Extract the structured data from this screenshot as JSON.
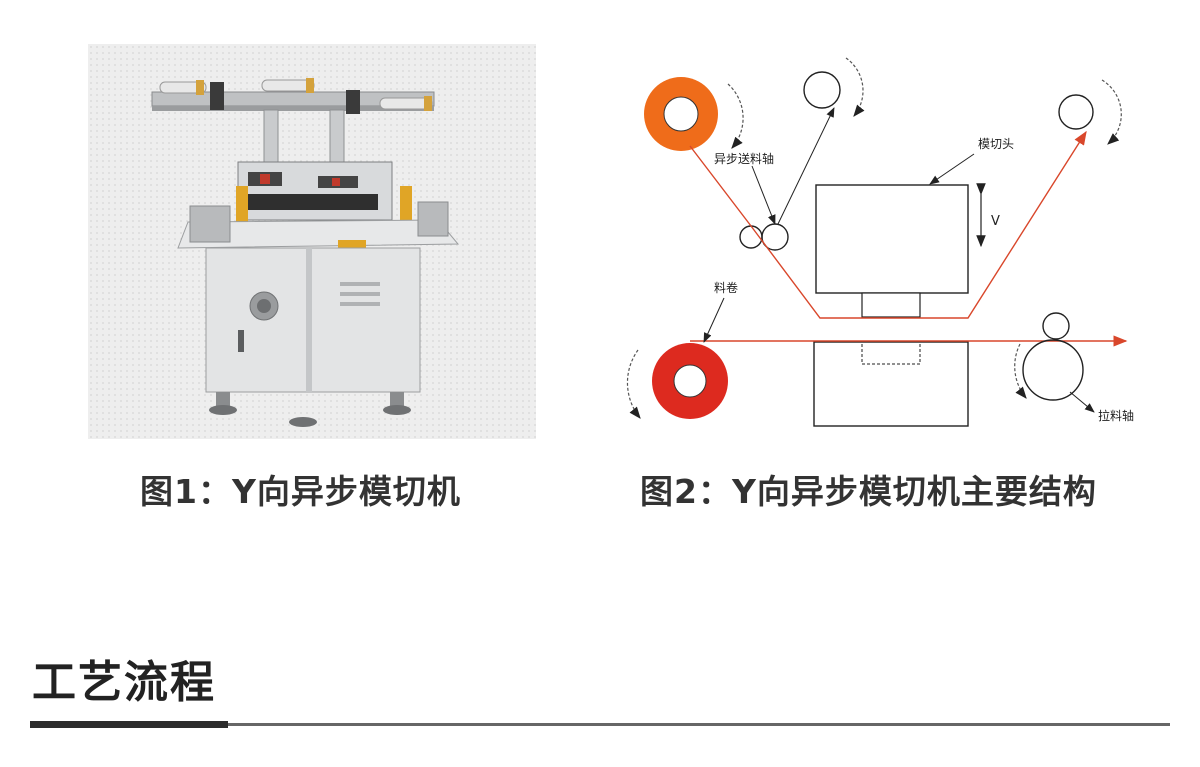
{
  "figure1": {
    "caption": "图1：Y向异步模切机"
  },
  "figure2": {
    "caption": "图2：Y向异步模切机主要结构",
    "labels": {
      "async_feed_shaft": "异步送料轴",
      "die_cut_head": "模切头",
      "velocity": "V",
      "material_roll": "料卷",
      "pull_shaft": "拉料轴"
    },
    "colors": {
      "waste_roll": "#ef6c1a",
      "material_roll": "#dd2a1f",
      "material_path": "#d9472b"
    }
  },
  "section": {
    "title": "工艺流程"
  }
}
